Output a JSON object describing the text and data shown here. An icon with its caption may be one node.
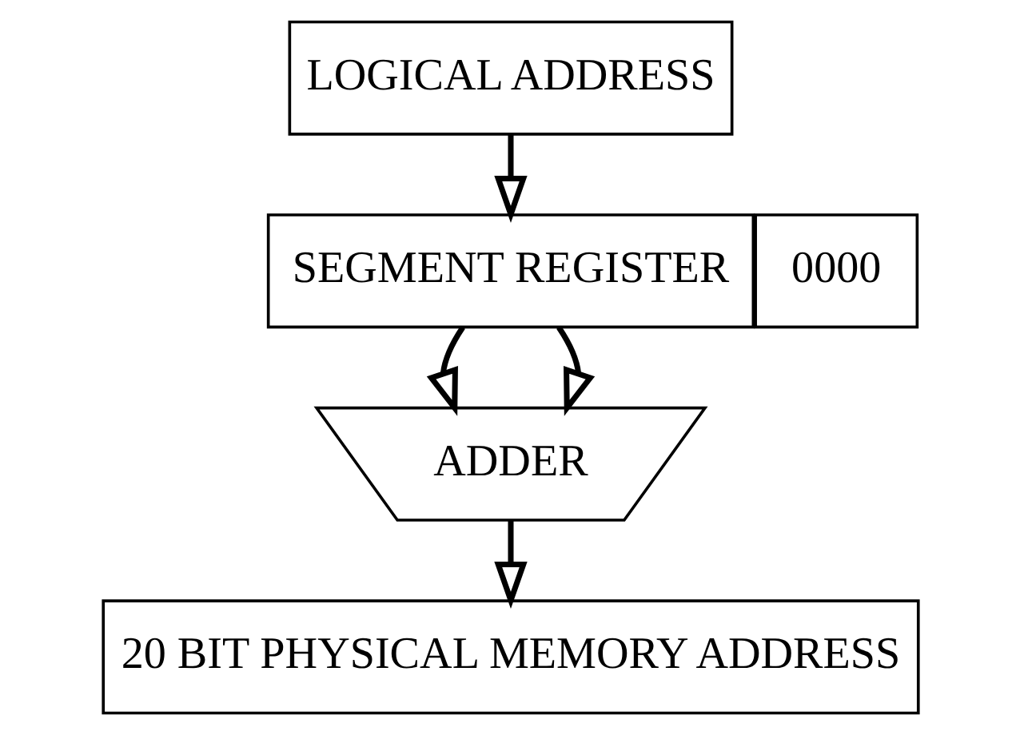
{
  "diagram": {
    "nodes": [
      {
        "text": [
          "LOGICAL ADDRESS"
        ]
      },
      {
        "text": [
          "SEGMENT REGISTER"
        ]
      },
      {
        "text": [
          "0000"
        ]
      },
      {
        "text": [
          "ADDER"
        ]
      },
      {
        "text": [
          "20 BIT PHYSICAL MEMORY ADDRESS"
        ]
      }
    ],
    "edges": [
      {
        "from": 0,
        "to": 1,
        "arrow": "to"
      },
      {
        "from": 1,
        "to": 3,
        "arrow": "to"
      },
      {
        "from": 1,
        "to": 3,
        "arrow": "to"
      },
      {
        "from": 3,
        "to": 4,
        "arrow": "to"
      }
    ]
  }
}
